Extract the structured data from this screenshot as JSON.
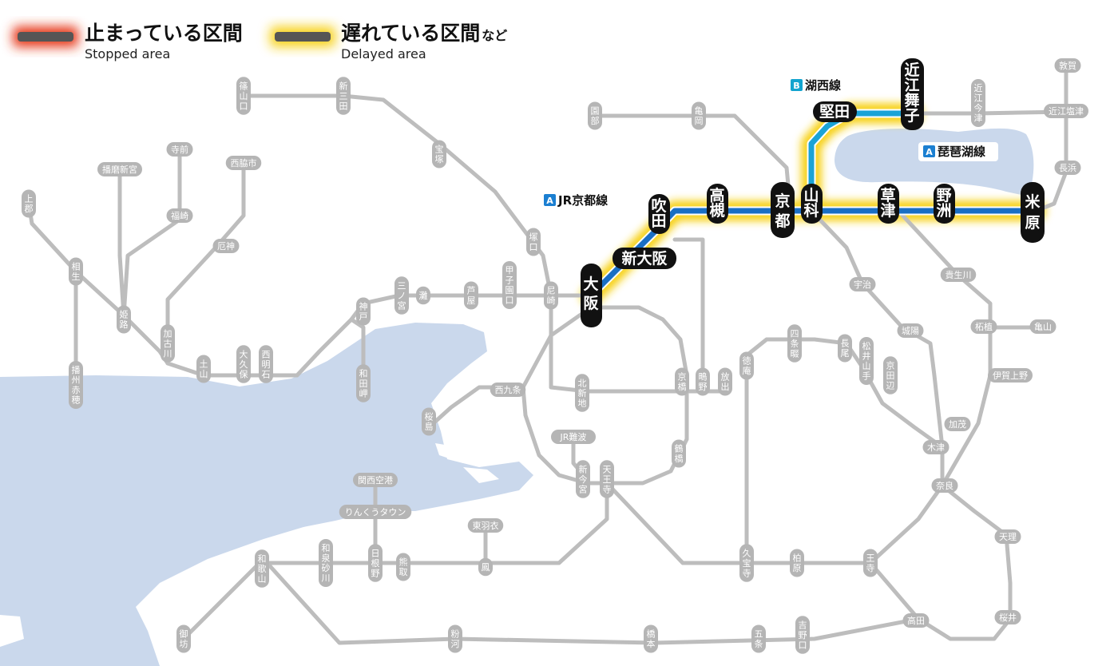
{
  "legend": {
    "stopped_jp": "止まっている区間",
    "stopped_en": "Stopped area",
    "delayed_jp": "遅れている区間",
    "delayed_suffix": "など",
    "delayed_en": "Delayed area",
    "stopped_color": "#e63a1e",
    "delayed_color": "#f7d21a"
  },
  "lines": {
    "jr_kyoto": {
      "badge": "A",
      "name": "JR京都線",
      "badge_color": "#1b7fd1"
    },
    "biwako": {
      "badge": "A",
      "name": "琵琶湖線",
      "badge_color": "#1b7fd1"
    },
    "kosei": {
      "badge": "B",
      "name": "湖西線",
      "badge_color": "#12a4cf"
    }
  },
  "stations": {
    "osaka": "大阪",
    "shin_osaka": "新大阪",
    "suita": "吹田",
    "takatsuki": "高槻",
    "kyoto": "京都",
    "yamashina": "山科",
    "kusatsu": "草津",
    "yasu": "野洲",
    "maibara": "米原",
    "katata": "堅田",
    "omi_maiko": "近江舞子",
    "sasayamaguchi": "篠山口",
    "shinsanda": "新三田",
    "sonobe": "園部",
    "kameoka": "亀岡",
    "takarazuka": "宝塚",
    "tsukaguchi": "塚口",
    "amagasaki": "尼崎",
    "koshienguchi": "甲子園口",
    "ashiya": "芦屋",
    "nada": "灘",
    "sannomiya": "三ノ宮",
    "kobe": "神戸",
    "wadamisaki": "和田岬",
    "nishiakashi": "西明石",
    "okubo": "大久保",
    "tsuchiyama": "土山",
    "kakogawa": "加古川",
    "himeji": "姫路",
    "aioi": "相生",
    "kamigori": "上郡",
    "banshu_ako": "播州赤穂",
    "harima_shingu": "播磨新宮",
    "teramae": "寺前",
    "fukusaki": "福崎",
    "nishiwakishi": "西脇市",
    "yashiro": "厄神",
    "nishikujo": "西九条",
    "sakurajima": "桜島",
    "kitashinchi": "北新地",
    "kyobashi": "京橋",
    "shigino": "鴫野",
    "hanaten": "放出",
    "jr_namba": "JR難波",
    "shin_imamiya": "新今宮",
    "tennoji": "天王寺",
    "tsuruhashi": "鶴橋",
    "kansai_airport": "関西空港",
    "rinku_town": "りんくうタウン",
    "higashi_hagoromo": "東羽衣",
    "otori": "鳳",
    "kumatori": "熊取",
    "hineno": "日根野",
    "izumisunagawa": "和泉砂川",
    "wakayama": "和歌山",
    "gobo": "御坊",
    "kokawa": "粉河",
    "hashimoto": "橋本",
    "gojo": "五条",
    "yoshinoguchi": "吉野口",
    "takada": "高田",
    "oji": "王寺",
    "kashiwara": "柏原",
    "kyuhoji": "久宝寺",
    "shijonawate": "四条畷",
    "tokuan": "徳庵",
    "nagao": "長尾",
    "matsuiyamate": "松井山手",
    "kyotanabe": "京田辺",
    "uji": "宇治",
    "joyo": "城陽",
    "kizu": "木津",
    "nara": "奈良",
    "tenri": "天理",
    "sakurai": "桜井",
    "kamo": "加茂",
    "iga_ueno": "伊賀上野",
    "tsuge": "柘植",
    "kameyama": "亀山",
    "kibukawa": "貴生川",
    "nagahama": "長浜",
    "omi_shiotsu": "近江塩津",
    "tsuruga": "敦賀",
    "omi_imazu": "近江今津"
  }
}
